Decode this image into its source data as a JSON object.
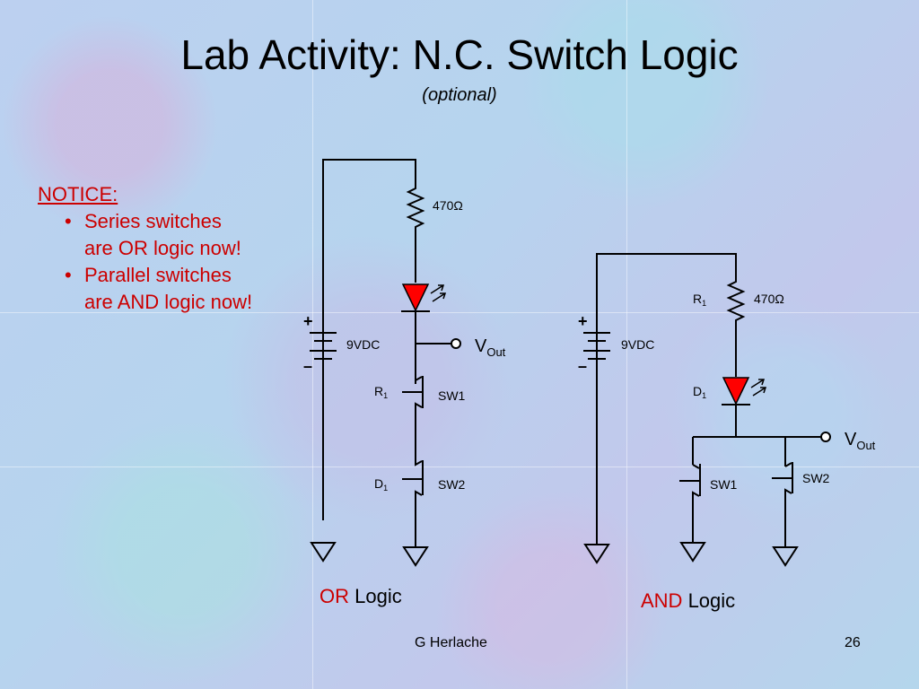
{
  "slide": {
    "title": "Lab Activity: N.C. Switch Logic",
    "subtitle": "(optional)",
    "notice": {
      "heading": "NOTICE:",
      "bullets": [
        [
          "Series switches",
          "are OR logic now!"
        ],
        [
          "Parallel switches",
          "are AND logic now!"
        ]
      ]
    },
    "footer_left": "G Herlache",
    "footer_right": "26"
  },
  "or_circuit": {
    "resistor_value": "470Ω",
    "supply": "9VDC",
    "plus": "+",
    "minus": "–",
    "vout_main": "V",
    "vout_sub": "Out",
    "r_label_main": "R",
    "r_label_sub": "1",
    "d_label_main": "D",
    "d_label_sub": "1",
    "sw1": "SW1",
    "sw2": "SW2",
    "label_highlight": "OR",
    "label_rest": " Logic"
  },
  "and_circuit": {
    "resistor_value": "470Ω",
    "supply": "9VDC",
    "plus": "+",
    "minus": "–",
    "vout_main": "V",
    "vout_sub": "Out",
    "r_label_main": "R",
    "r_label_sub": "1",
    "d_label_main": "D",
    "d_label_sub": "1",
    "sw1": "SW1",
    "sw2": "SW2",
    "label_highlight": "AND",
    "label_rest": " Logic"
  },
  "colors": {
    "led": "#ff0000",
    "notice": "#cc0000",
    "wire": "#000000"
  }
}
